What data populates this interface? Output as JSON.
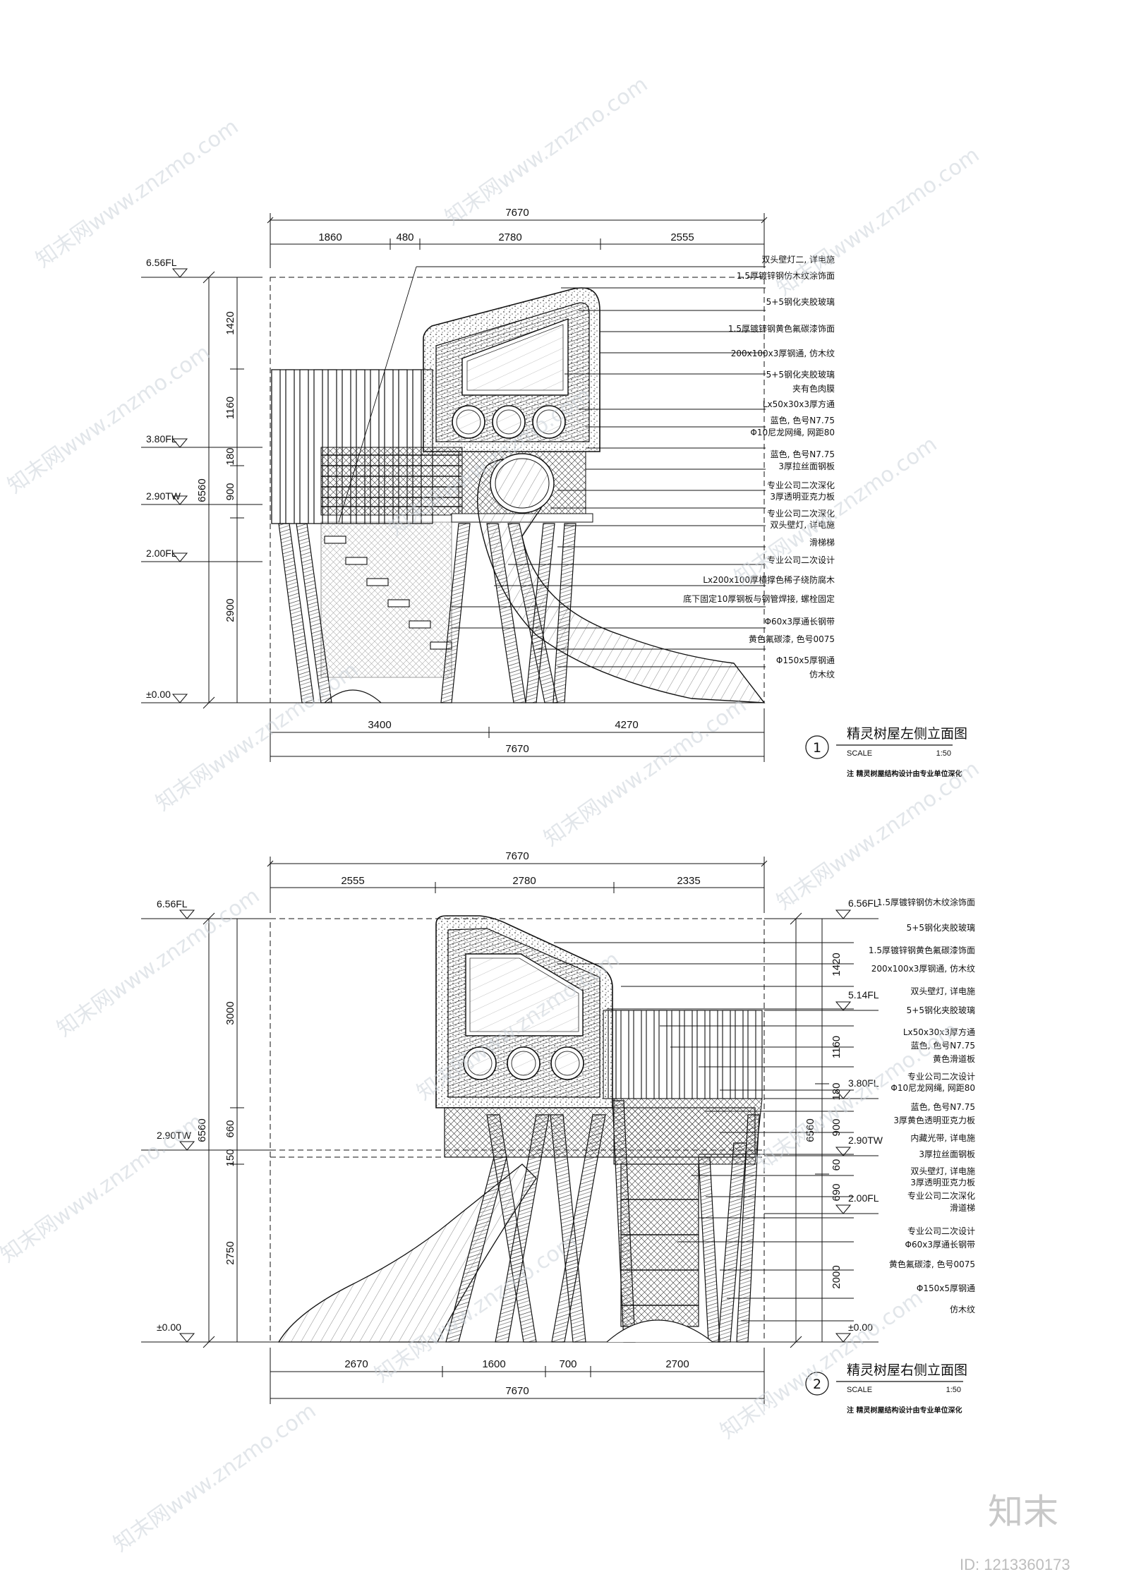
{
  "drawing1": {
    "title": "精灵树屋左侧立面图",
    "number": "1",
    "scale_label": "SCALE",
    "scale_value": "1:50",
    "note": "注  精灵树屋结构设计由专业单位深化",
    "top_total": "7670",
    "top_segments": [
      "1860",
      "480",
      "2780",
      "2555"
    ],
    "bottom_segments": [
      "3400",
      "4270"
    ],
    "bottom_total": "7670",
    "left_total": "6560",
    "left_segments": [
      "1420",
      "1160",
      "180",
      "900",
      "2900"
    ],
    "levels": [
      "6.56FL",
      "3.80FL",
      "2.90TW",
      "2.00FL",
      "±0.00"
    ],
    "callouts": [
      "双头壁灯二, 详电施",
      "1.5厚镀锌钢仿木纹涂饰面",
      "5+5钢化夹胶玻璃",
      "1.5厚镀锌钢黄色氟碳漆饰面",
      "200x100x3厚钢通, 仿木纹",
      "5+5钢化夹胶玻璃",
      "夹有色肉膜",
      "Lx50x30x3厚方通",
      "蓝色, 色号N7.75",
      "Φ10尼龙网绳, 网距80",
      "蓝色, 色号N7.75",
      "3厚拉丝面钢板",
      "专业公司二次深化",
      "3厚透明亚克力板",
      "专业公司二次深化",
      "双头壁灯, 详电施",
      "滑梯梯",
      "专业公司二次设计",
      "Lx200x100厚横撑色稀子绕防腐木",
      "底下固定10厚钢板与钢管焊接, 螺栓固定",
      "Φ60x3厚通长钢带",
      "黄色氟碳漆, 色号0075",
      "Φ150x5厚钢通",
      "仿木纹"
    ]
  },
  "drawing2": {
    "title": "精灵树屋右侧立面图",
    "number": "2",
    "scale_label": "SCALE",
    "scale_value": "1:50",
    "note": "注  精灵树屋结构设计由专业单位深化",
    "top_total": "7670",
    "top_segments": [
      "2555",
      "2780",
      "2335"
    ],
    "bottom_segments": [
      "2670",
      "1600",
      "700",
      "2700"
    ],
    "bottom_total": "7670",
    "left_total": "6560",
    "left_segments": [
      "3000",
      "660",
      "150",
      "2750"
    ],
    "right_total": "6560",
    "right_segments": [
      "1420",
      "1160",
      "180",
      "900",
      "60",
      "690",
      "2000"
    ],
    "left_levels": [
      "6.56FL",
      "2.90TW",
      "±0.00"
    ],
    "right_levels": [
      "6.56FL",
      "5.14FL",
      "3.80FL",
      "2.90TW",
      "2.00FL",
      "±0.00"
    ],
    "callouts": [
      "1.5厚镀锌钢仿木纹涂饰面",
      "5+5钢化夹胶玻璃",
      "1.5厚镀锌钢黄色氟碳漆饰面",
      "200x100x3厚钢通, 仿木纹",
      "双头壁灯, 详电施",
      "5+5钢化夹胶玻璃",
      "Lx50x30x3厚方通",
      "蓝色, 色号N7.75",
      "黄色滑道板",
      "专业公司二次设计",
      "Φ10尼龙网绳, 网距80",
      "蓝色, 色号N7.75",
      "3厚黄色透明亚克力板",
      "内藏光带, 详电施",
      "3厚拉丝面钢板",
      "双头壁灯, 详电施",
      "3厚透明亚克力板",
      "专业公司二次深化",
      "滑道梯",
      "专业公司二次设计",
      "Φ60x3厚通长钢带",
      "黄色氟碳漆, 色号0075",
      "Φ150x5厚钢通",
      "仿木纹"
    ]
  },
  "watermark": {
    "text": "知末网www.znzmo.com"
  },
  "branding": {
    "logo": "知末",
    "id": "ID: 1213360173"
  }
}
